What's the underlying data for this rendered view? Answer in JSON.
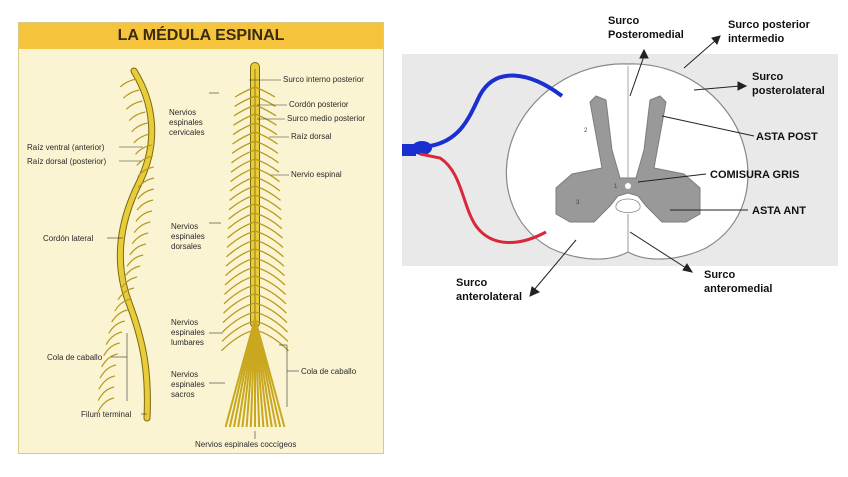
{
  "left_figure": {
    "title": "LA MÉDULA ESPINAL",
    "labels": {
      "raiz_ventral": "Raíz ventral (anterior)",
      "raiz_dorsal": "Raíz dorsal (posterior)",
      "cordon_lateral": "Cordón lateral",
      "cola_caballo_left": "Cola de caballo",
      "filum_terminal": "Filum terminal",
      "nervios_cervicales": [
        "Nervios",
        "espinales",
        "cervicales"
      ],
      "nervios_dorsales": [
        "Nervios",
        "espinales",
        "dorsales"
      ],
      "nervios_lumbares": [
        "Nervios",
        "espinales",
        "lumbares"
      ],
      "nervios_sacros": [
        "Nervios",
        "espinales",
        "sacros"
      ],
      "surco_interno_posterior": "Surco interno posterior",
      "cordon_posterior": "Cordón posterior",
      "surco_medio_posterior": "Surco medio posterior",
      "raiz_dorsal_right": "Raíz dorsal",
      "nervio_espinal": "Nervio espinal",
      "cola_caballo_right": "Cola de caballo",
      "nervios_coccigeos": "Nervios espinales coccígeos"
    },
    "colors": {
      "panel": "#fbf4d3",
      "title_bar": "#f5c43c",
      "cord": "#e8cc3a",
      "cord_outline": "#7a6a10"
    }
  },
  "right_figure": {
    "labels": {
      "surco_posteromedial": [
        "Surco",
        "Posteromedial"
      ],
      "surco_posterior_intermedio": [
        "Surco posterior",
        "intermedio"
      ],
      "surco_posterolateral": [
        "Surco",
        "posterolateral"
      ],
      "asta_post": "ASTA POST",
      "comisura_gris": "COMISURA GRIS",
      "asta_ant": "ASTA ANT",
      "surco_anterolateral": [
        "Surco",
        "anterolateral"
      ],
      "surco_anteromedial": [
        "Surco",
        "anteromedial"
      ]
    },
    "region_numbers": [
      "1",
      "2",
      "3"
    ],
    "colors": {
      "background": "#e9e9e9",
      "gray_matter": "#999999",
      "dorsal_root": "#1a2fd0",
      "ventral_root": "#d8283a"
    }
  }
}
